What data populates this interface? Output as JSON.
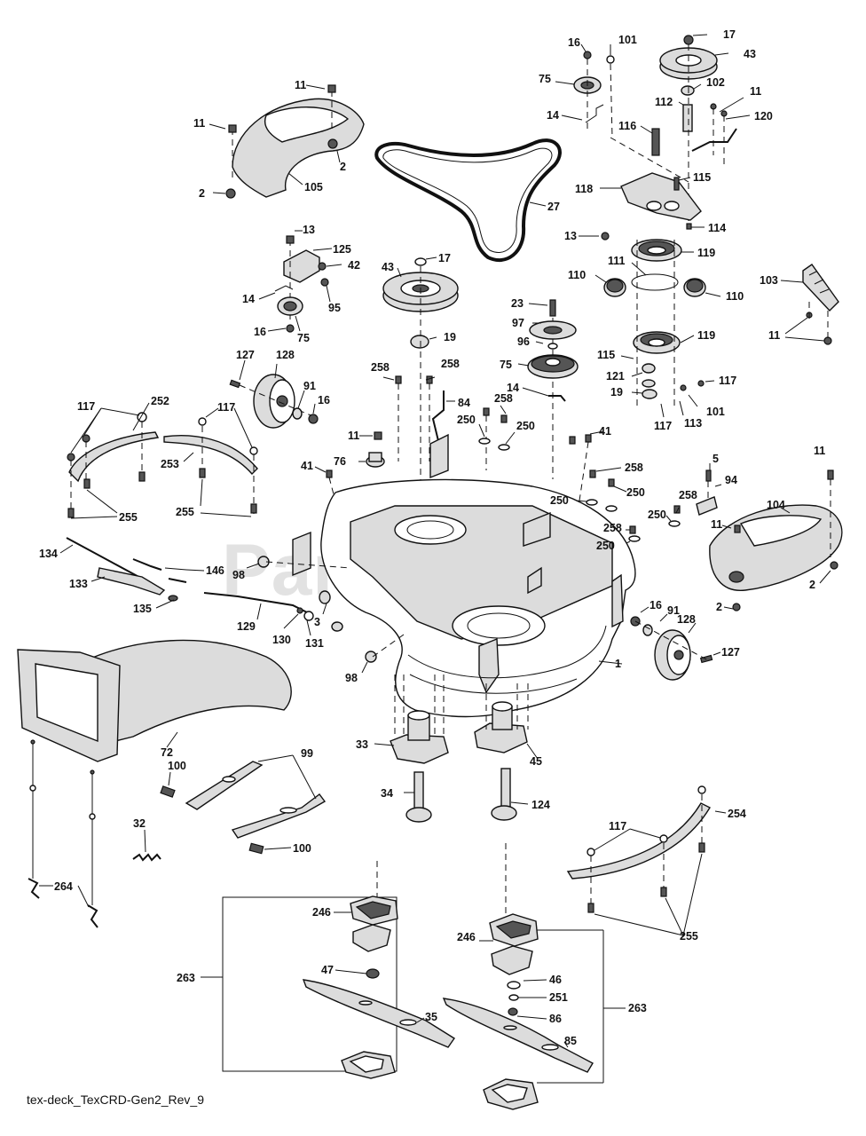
{
  "watermark": "PartsTree",
  "footer_code": "tex-deck_TexCRD-Gen2_Rev_9",
  "callouts": [
    {
      "key": "c_11_top",
      "text": "11"
    },
    {
      "key": "c_11_left",
      "text": "11"
    },
    {
      "key": "c_2_a",
      "text": "2"
    },
    {
      "key": "c_2_b",
      "text": "2"
    },
    {
      "key": "c_105",
      "text": "105"
    },
    {
      "key": "c_27",
      "text": "27"
    },
    {
      "key": "c_13_a",
      "text": "13"
    },
    {
      "key": "c_125",
      "text": "125"
    },
    {
      "key": "c_42",
      "text": "42"
    },
    {
      "key": "c_14_a",
      "text": "14"
    },
    {
      "key": "c_95",
      "text": "95"
    },
    {
      "key": "c_16_a",
      "text": "16"
    },
    {
      "key": "c_75_a",
      "text": "75"
    },
    {
      "key": "c_43_a",
      "text": "43"
    },
    {
      "key": "c_17_a",
      "text": "17"
    },
    {
      "key": "c_19_a",
      "text": "19"
    },
    {
      "key": "c_16_top",
      "text": "16"
    },
    {
      "key": "c_101_top",
      "text": "101"
    },
    {
      "key": "c_17_top",
      "text": "17"
    },
    {
      "key": "c_43_top",
      "text": "43"
    },
    {
      "key": "c_75_top",
      "text": "75"
    },
    {
      "key": "c_102",
      "text": "102"
    },
    {
      "key": "c_112",
      "text": "112"
    },
    {
      "key": "c_11_r1",
      "text": "11"
    },
    {
      "key": "c_14_top",
      "text": "14"
    },
    {
      "key": "c_116",
      "text": "116"
    },
    {
      "key": "c_120",
      "text": "120"
    },
    {
      "key": "c_118",
      "text": "118"
    },
    {
      "key": "c_115_a",
      "text": "115"
    },
    {
      "key": "c_114",
      "text": "114"
    },
    {
      "key": "c_13_b",
      "text": "13"
    },
    {
      "key": "c_119_a",
      "text": "119"
    },
    {
      "key": "c_111",
      "text": "111"
    },
    {
      "key": "c_110_a",
      "text": "110"
    },
    {
      "key": "c_110_b",
      "text": "110"
    },
    {
      "key": "c_103",
      "text": "103"
    },
    {
      "key": "c_11_r2",
      "text": "11"
    },
    {
      "key": "c_119_b",
      "text": "119"
    },
    {
      "key": "c_23",
      "text": "23"
    },
    {
      "key": "c_97",
      "text": "97"
    },
    {
      "key": "c_96",
      "text": "96"
    },
    {
      "key": "c_75_b",
      "text": "75"
    },
    {
      "key": "c_115_b",
      "text": "115"
    },
    {
      "key": "c_121",
      "text": "121"
    },
    {
      "key": "c_117_r",
      "text": "117"
    },
    {
      "key": "c_19_b",
      "text": "19"
    },
    {
      "key": "c_101_b",
      "text": "101"
    },
    {
      "key": "c_113",
      "text": "113"
    },
    {
      "key": "c_117_c",
      "text": "117"
    },
    {
      "key": "c_127_a",
      "text": "127"
    },
    {
      "key": "c_128_a",
      "text": "128"
    },
    {
      "key": "c_91_a",
      "text": "91"
    },
    {
      "key": "c_16_b",
      "text": "16"
    },
    {
      "key": "c_258_a",
      "text": "258"
    },
    {
      "key": "c_258_b",
      "text": "258"
    },
    {
      "key": "c_84",
      "text": "84"
    },
    {
      "key": "c_14_b",
      "text": "14"
    },
    {
      "key": "c_258_c",
      "text": "258"
    },
    {
      "key": "c_250_a",
      "text": "250"
    },
    {
      "key": "c_250_b",
      "text": "250"
    },
    {
      "key": "c_117_l",
      "text": "117"
    },
    {
      "key": "c_252",
      "text": "252"
    },
    {
      "key": "c_117_m",
      "text": "117"
    },
    {
      "key": "c_11_mid",
      "text": "11"
    },
    {
      "key": "c_41_a",
      "text": "41"
    },
    {
      "key": "c_76",
      "text": "76"
    },
    {
      "key": "c_41_b",
      "text": "41"
    },
    {
      "key": "c_253",
      "text": "253"
    },
    {
      "key": "c_255_a",
      "text": "255"
    },
    {
      "key": "c_255_b",
      "text": "255"
    },
    {
      "key": "c_258_d",
      "text": "258"
    },
    {
      "key": "c_250_c",
      "text": "250"
    },
    {
      "key": "c_250_d",
      "text": "250"
    },
    {
      "key": "c_5",
      "text": "5"
    },
    {
      "key": "c_94",
      "text": "94"
    },
    {
      "key": "c_258_e",
      "text": "258"
    },
    {
      "key": "c_11_r3",
      "text": "11"
    },
    {
      "key": "c_258_f",
      "text": "258"
    },
    {
      "key": "c_250_e",
      "text": "250"
    },
    {
      "key": "c_250_f",
      "text": "250"
    },
    {
      "key": "c_104",
      "text": "104"
    },
    {
      "key": "c_11_r4",
      "text": "11"
    },
    {
      "key": "c_134",
      "text": "134"
    },
    {
      "key": "c_146",
      "text": "146"
    },
    {
      "key": "c_98_a",
      "text": "98"
    },
    {
      "key": "c_133",
      "text": "133"
    },
    {
      "key": "c_135",
      "text": "135"
    },
    {
      "key": "c_2_c",
      "text": "2"
    },
    {
      "key": "c_2_d",
      "text": "2"
    },
    {
      "key": "c_16_c",
      "text": "16"
    },
    {
      "key": "c_91_b",
      "text": "91"
    },
    {
      "key": "c_129",
      "text": "129"
    },
    {
      "key": "c_3",
      "text": "3"
    },
    {
      "key": "c_130",
      "text": "130"
    },
    {
      "key": "c_131",
      "text": "131"
    },
    {
      "key": "c_1",
      "text": "1"
    },
    {
      "key": "c_128_b",
      "text": "128"
    },
    {
      "key": "c_127_b",
      "text": "127"
    },
    {
      "key": "c_98_b",
      "text": "98"
    },
    {
      "key": "c_72",
      "text": "72"
    },
    {
      "key": "c_33",
      "text": "33"
    },
    {
      "key": "c_45",
      "text": "45"
    },
    {
      "key": "c_99",
      "text": "99"
    },
    {
      "key": "c_100_a",
      "text": "100"
    },
    {
      "key": "c_34",
      "text": "34"
    },
    {
      "key": "c_124",
      "text": "124"
    },
    {
      "key": "c_254",
      "text": "254"
    },
    {
      "key": "c_117_br",
      "text": "117"
    },
    {
      "key": "c_32",
      "text": "32"
    },
    {
      "key": "c_100_b",
      "text": "100"
    },
    {
      "key": "c_264",
      "text": "264"
    },
    {
      "key": "c_246_a",
      "text": "246"
    },
    {
      "key": "c_255_c",
      "text": "255"
    },
    {
      "key": "c_263_a",
      "text": "263"
    },
    {
      "key": "c_47",
      "text": "47"
    },
    {
      "key": "c_246_b",
      "text": "246"
    },
    {
      "key": "c_35",
      "text": "35"
    },
    {
      "key": "c_46",
      "text": "46"
    },
    {
      "key": "c_251",
      "text": "251"
    },
    {
      "key": "c_263_b",
      "text": "263"
    },
    {
      "key": "c_86",
      "text": "86"
    },
    {
      "key": "c_85",
      "text": "85"
    }
  ]
}
